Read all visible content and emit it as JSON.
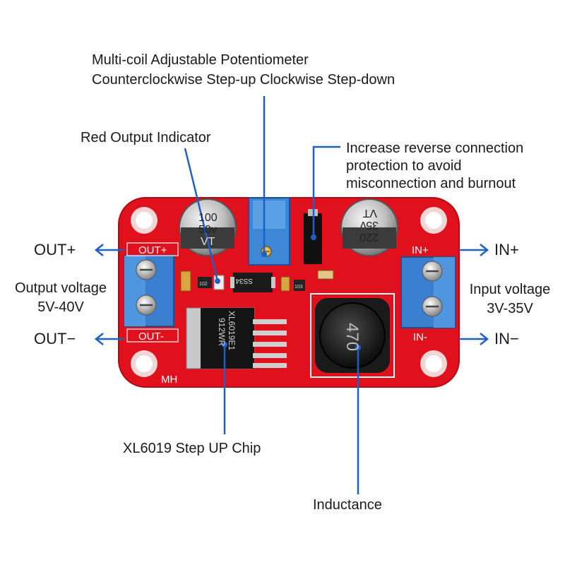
{
  "callouts": {
    "potentiometer_line1": "Multi-coil Adjustable Potentiometer",
    "potentiometer_line2": "Counterclockwise Step-up Clockwise Step-down",
    "red_indicator": "Red Output Indicator",
    "protection_line1": "Increase reverse connection",
    "protection_line2": "protection to avoid",
    "protection_line3": "misconnection and burnout",
    "chip": "XL6019 Step UP Chip",
    "inductance": "Inductance"
  },
  "terminals": {
    "out_plus": "OUT+",
    "out_minus": "OUT−",
    "in_plus": "IN+",
    "in_minus": "IN−",
    "output_voltage_line1": "Output voltage",
    "output_voltage_line2": "5V-40V",
    "input_voltage_line1": "Input voltage",
    "input_voltage_line2": "3V-35V"
  },
  "board_silkscreen": {
    "out_plus": "OUT+",
    "out_minus": "OUT-",
    "in_plus": "IN+",
    "in_minus": "IN-",
    "maker": "MH",
    "cap_left_line1": "100",
    "cap_left_line2": "50v",
    "cap_left_line3": "VT",
    "cap_right_line1": "220",
    "cap_right_line2": "35v",
    "cap_right_line3": "VT",
    "diode": "SS34",
    "chip_line1": "XL6019E1",
    "chip_line2": "912WR",
    "inductor": "470",
    "resistor_left": "102",
    "resistor_right": "103"
  },
  "colors": {
    "board": "#e0101c",
    "callout_line": "#1f5fc8",
    "terminal_block": "#3b7fd0"
  }
}
